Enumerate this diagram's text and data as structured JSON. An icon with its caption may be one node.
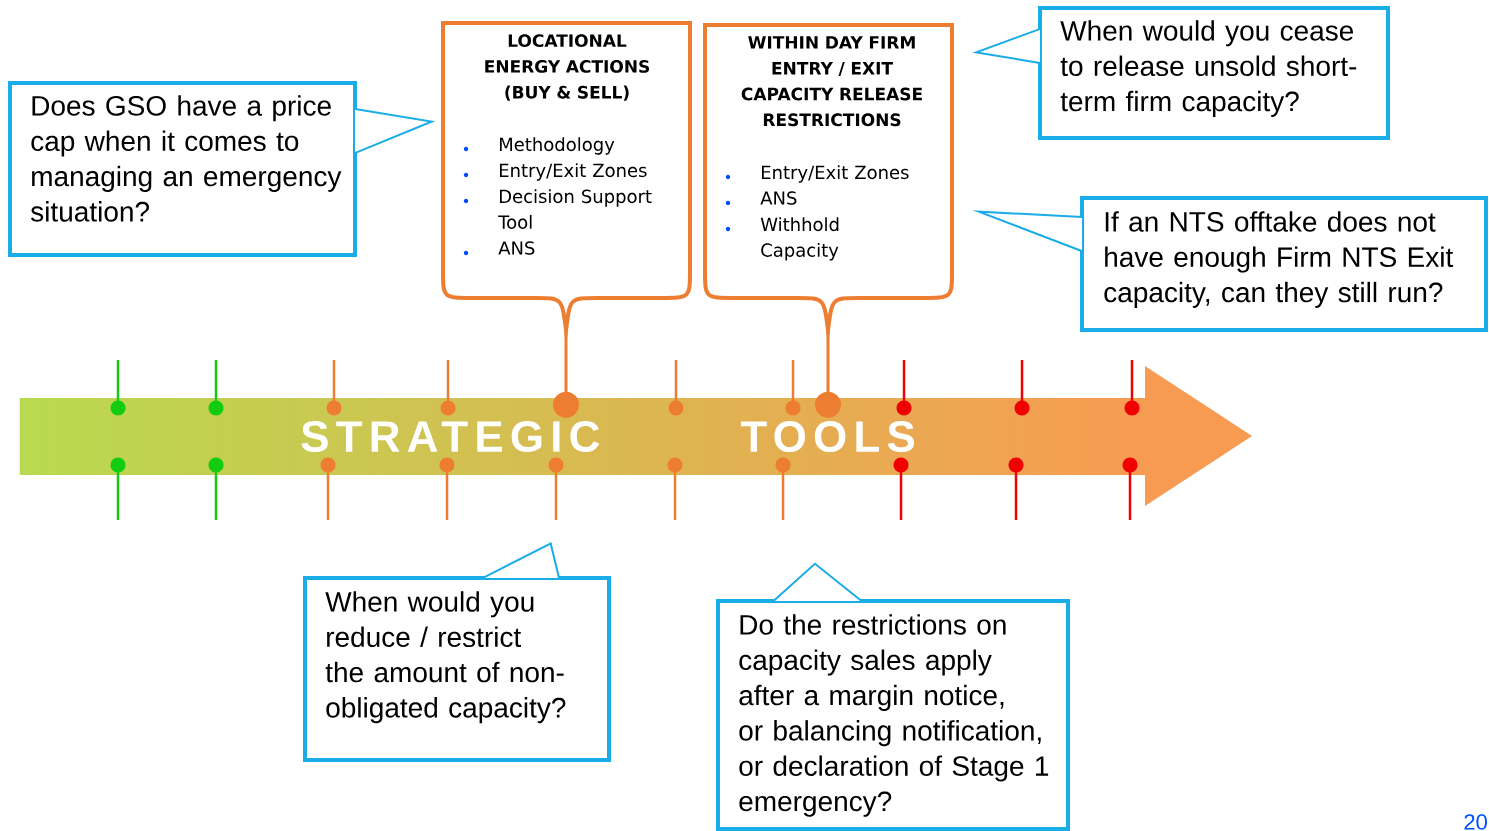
{
  "diagram": {
    "nodes": [
      {
        "text": [
          "Does GSO have a price cap when it comes to managing an emergency situation?"
        ]
      },
      {
        "text": [
          "LOCATIONAL ENERGY ACTIONS (BUY & SELL)",
          "Methodology",
          "Entry/Exit Zones",
          "Decision Support Tool",
          "ANS"
        ]
      },
      {
        "text": [
          "WITHIN DAY FIRM ENTRY / EXIT CAPACITY RELEASE RESTRICTIONS",
          "Entry/Exit Zones",
          "ANS",
          "Withhold Capacity"
        ]
      },
      {
        "text": [
          "When would you cease to release unsold short-term firm capacity?"
        ]
      },
      {
        "text": [
          "If an NTS offtake does not have enough Firm NTS Exit capacity, can they still run?"
        ]
      },
      {
        "text": [
          "STRATEGIC",
          "TOOLS"
        ]
      },
      {
        "text": [
          "When would you reduce / restrict the amount of non-obligated capacity?"
        ]
      },
      {
        "text": [
          "Do the restrictions on capacity sales apply after a margin notice, or balancing notification, or declaration of Stage 1 emergency?"
        ]
      }
    ],
    "edges": [
      {
        "from": 1,
        "to": 5,
        "arrow": "other"
      },
      {
        "from": 2,
        "to": 5,
        "arrow": "other"
      }
    ],
    "labels": [
      "20"
    ]
  }
}
